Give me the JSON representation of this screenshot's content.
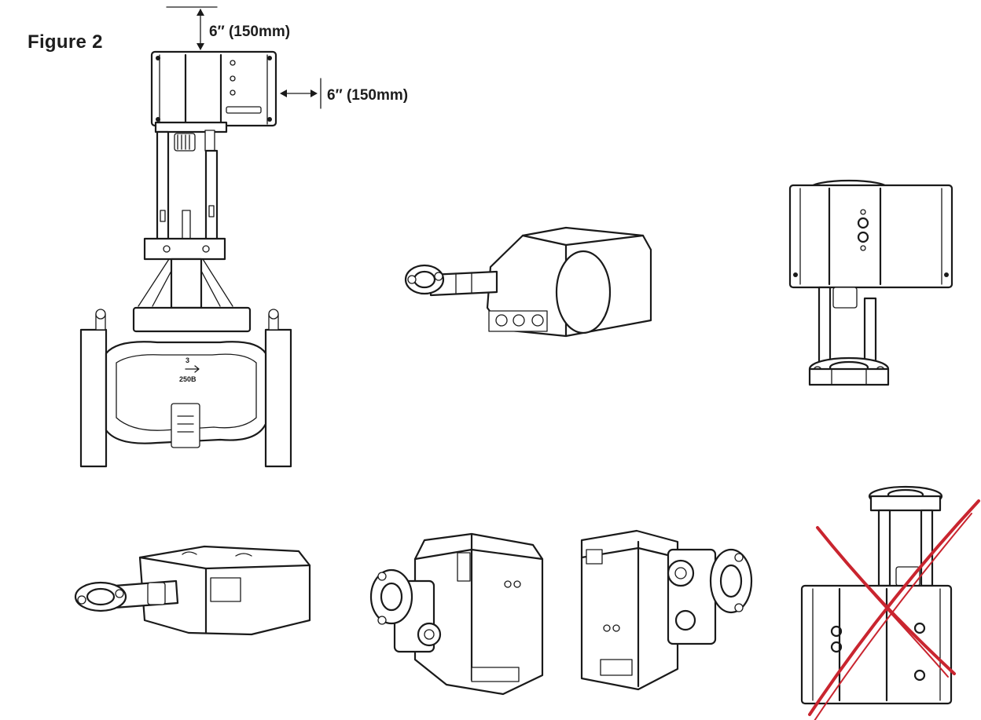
{
  "figure": {
    "title": "Figure 2",
    "clearance_top": "6″ (150mm)",
    "clearance_side": "6″ (150mm)",
    "valve_marking_size": "3",
    "valve_marking_rating": "250B"
  },
  "views": [
    {
      "name": "mounted-vertical-with-valve",
      "acceptable": true
    },
    {
      "name": "horizontal-side",
      "acceptable": true
    },
    {
      "name": "vertical-upright",
      "acceptable": true
    },
    {
      "name": "horizontal-front",
      "acceptable": true
    },
    {
      "name": "tilted-left",
      "acceptable": true
    },
    {
      "name": "tilted-right",
      "acceptable": true
    },
    {
      "name": "inverted",
      "acceptable": false
    }
  ],
  "colors": {
    "line": "#1a1a1a",
    "reject_mark": "#c9252f"
  }
}
